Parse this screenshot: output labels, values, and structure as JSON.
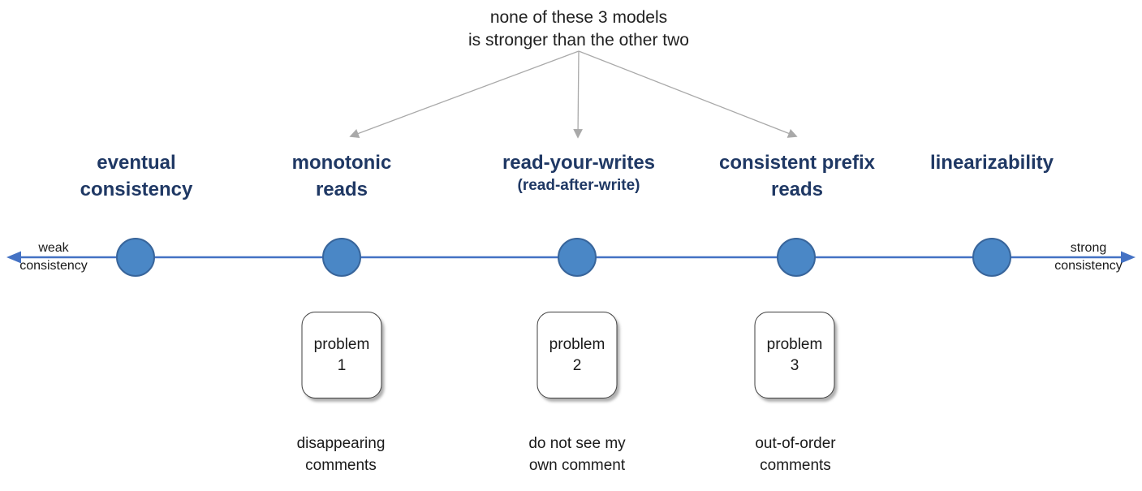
{
  "annotation": {
    "text": "none of these 3 models\nis stronger than the other two"
  },
  "models": [
    {
      "name": "eventual\nconsistency"
    },
    {
      "name": "monotonic\nreads"
    },
    {
      "name": "read-your-writes",
      "subtitle": "(read-after-write)"
    },
    {
      "name": "consistent prefix\nreads"
    },
    {
      "name": "linearizability"
    }
  ],
  "axis": {
    "left_label": "weak\nconsistency",
    "right_label": "strong\nconsistency",
    "line_color": "#4472c4",
    "point_fill": "#4a87c6",
    "point_stroke": "#38659b",
    "fan_arrow_color": "#a9a9a9"
  },
  "problems": [
    {
      "box_label": "problem\n1",
      "caption": "disappearing\ncomments"
    },
    {
      "box_label": "problem\n2",
      "caption": "do not see my\nown comment"
    },
    {
      "box_label": "problem\n3",
      "caption": "out-of-order\ncomments"
    }
  ],
  "colors": {
    "model_label": "#1f3864",
    "body_text": "#1a1a1a",
    "background": "#ffffff"
  }
}
